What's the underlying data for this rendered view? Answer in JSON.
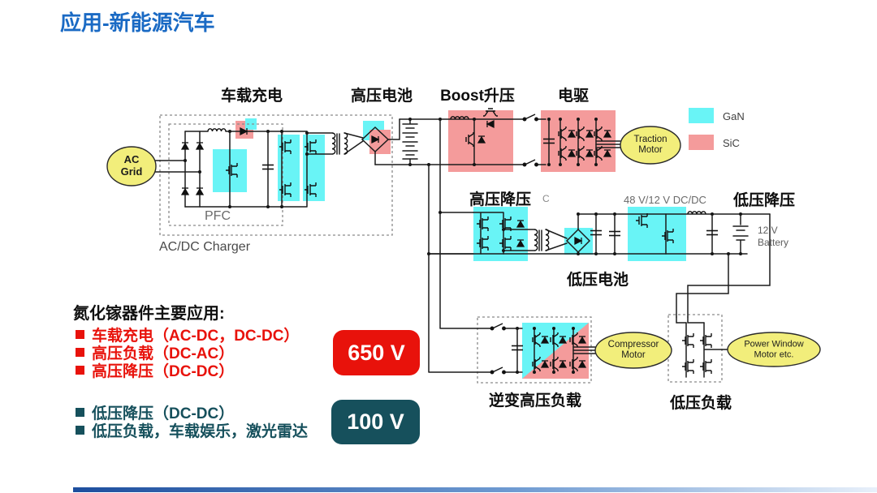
{
  "title": "应用-新能源汽车",
  "colors": {
    "blue": "#1A6AC4",
    "red": "#E8120B",
    "teal": "#16505C",
    "gan": "#69F4F6",
    "sic": "#F49B9B",
    "yellow": "#F2EE7B",
    "bar-left": "#1D4E9E",
    "bar-right": "#E8F0FA"
  },
  "legend": {
    "gan": "GaN",
    "sic": "SiC"
  },
  "diagram": {
    "obc": "车载充电",
    "hv_battery": "高压电池",
    "boost": "Boost升压",
    "edrive": "电驱",
    "hv_buck": "高压降压",
    "lv_buck": "低压降压",
    "dcdc_4812": "48 V/12 V DC/DC",
    "stray_c": "C",
    "lv_battery": "低压电池",
    "battery12_line1": "12 V",
    "battery12_line2": "Battery",
    "inv_hv_load": "逆变高压负载",
    "lv_load": "低压负载",
    "pfc": "PFC",
    "acdc": "AC/DC Charger",
    "ac_grid_line1": "AC",
    "ac_grid_line2": "Grid",
    "traction_line1": "Traction",
    "traction_line2": "Motor",
    "compressor_line1": "Compressor",
    "compressor_line2": "Motor",
    "power_window_line1": "Power Window",
    "power_window_line2": "Motor etc."
  },
  "summary": {
    "heading": "氮化镓器件主要应用:",
    "hv": {
      "items": [
        "车载充电（AC-DC，DC-DC）",
        "高压负载（DC-AC）",
        "高压降压（DC-DC）"
      ],
      "badge": "650 V"
    },
    "lv": {
      "items": [
        "低压降压（DC-DC）",
        "低压负载，车载娱乐，激光雷达"
      ],
      "badge": "100 V"
    }
  }
}
